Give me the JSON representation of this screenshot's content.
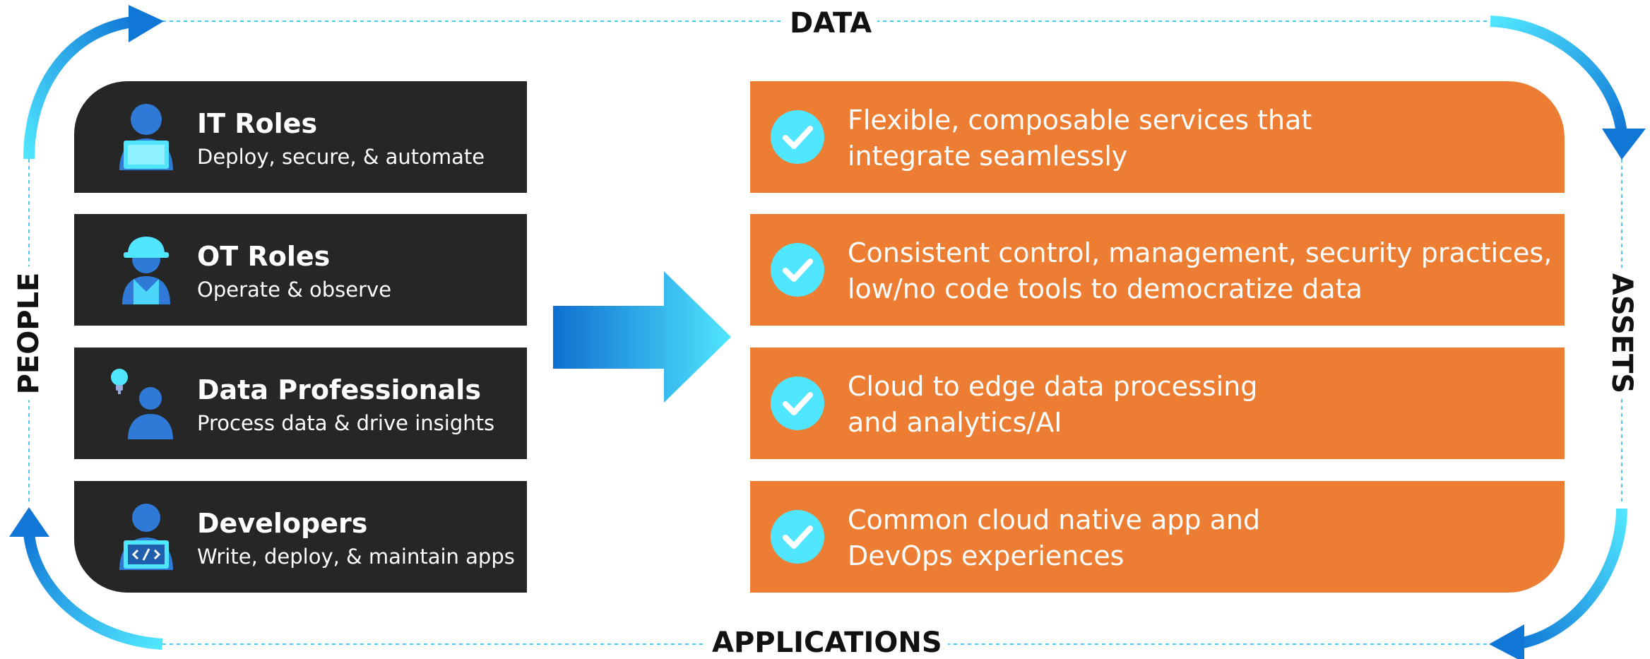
{
  "cycle": {
    "top": "DATA",
    "bottom": "APPLICATIONS",
    "left": "PEOPLE",
    "right": "ASSETS"
  },
  "roles": [
    {
      "title": "IT Roles",
      "subtitle": "Deploy, secure, & automate",
      "icon": "it-person-laptop-icon"
    },
    {
      "title": "OT Roles",
      "subtitle": "Operate & observe",
      "icon": "worker-hardhat-icon"
    },
    {
      "title": "Data Professionals",
      "subtitle": "Process data & drive insights",
      "icon": "person-lightbulb-icon"
    },
    {
      "title": "Developers",
      "subtitle": "Write, deploy, & maintain apps",
      "icon": "developer-code-laptop-icon"
    }
  ],
  "benefits": [
    {
      "line1": "Flexible, composable services that",
      "line2": "integrate seamlessly"
    },
    {
      "line1": "Consistent control, management, security practices,",
      "line2": "low/no code tools to democratize data"
    },
    {
      "line1": "Cloud to edge data processing",
      "line2": "and analytics/AI"
    },
    {
      "line1": "Common cloud native app and",
      "line2": "DevOps experiences"
    }
  ],
  "colors": {
    "role_bg": "#262626",
    "benefit_bg": "#ec7d32",
    "accent_blue": "#0f6fd0",
    "accent_cyan": "#50e6ff",
    "person_blue": "#2f7ad7",
    "check_fill": "#50e6ff"
  }
}
